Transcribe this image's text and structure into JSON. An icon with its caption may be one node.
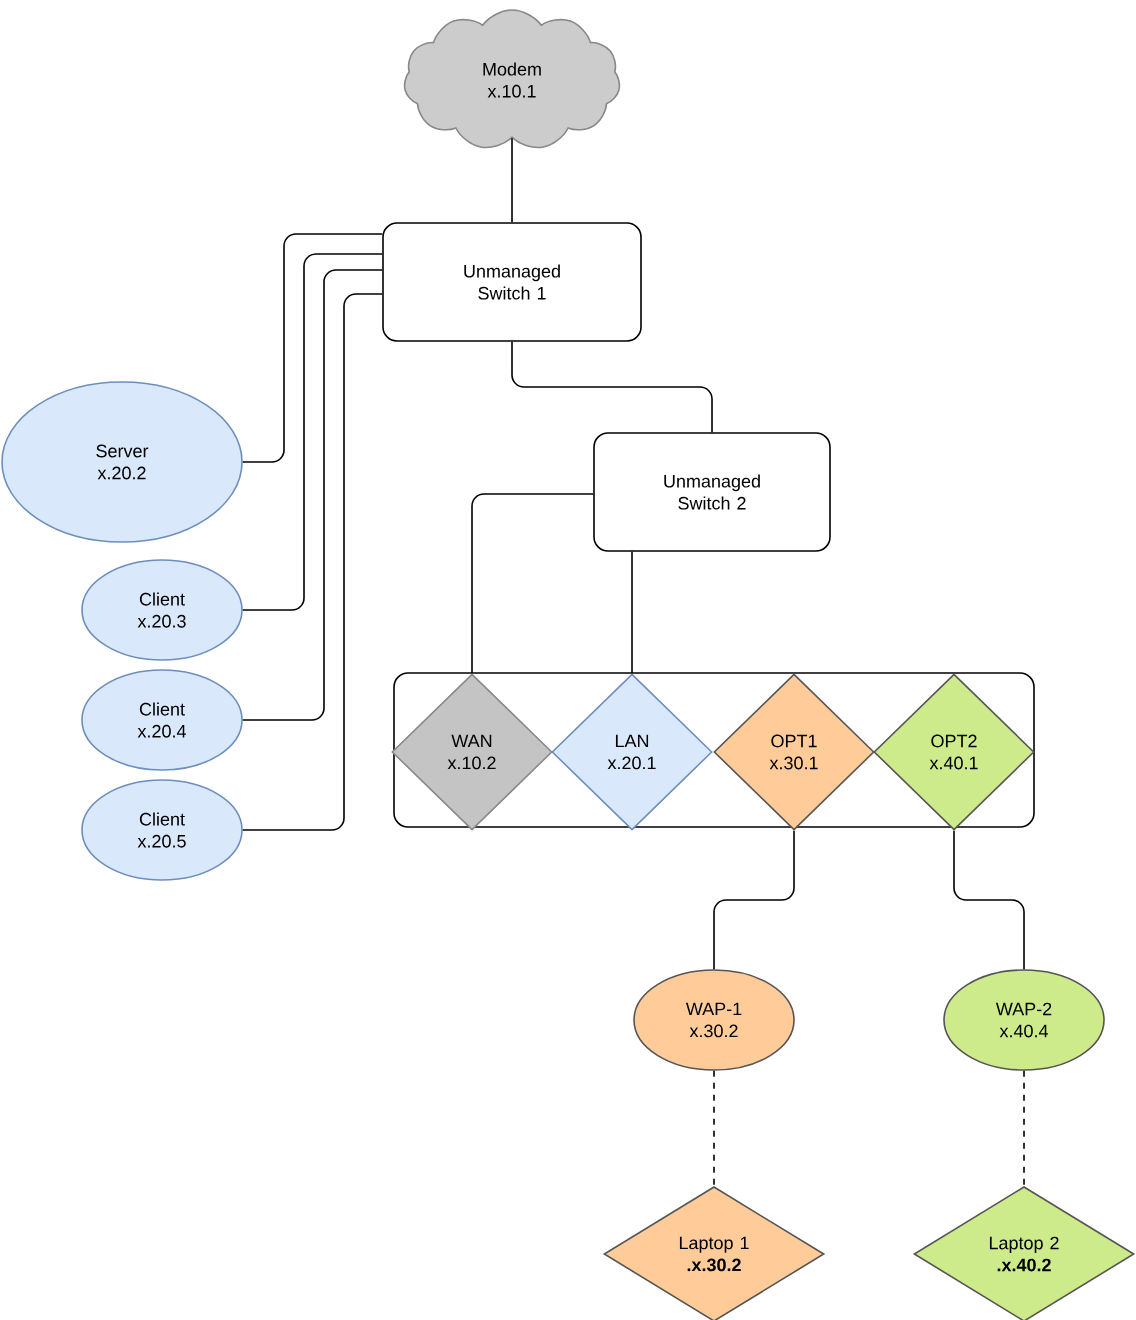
{
  "diagram": {
    "nodes": [
      {
        "text": [
          "Modem x.10.1"
        ]
      },
      {
        "text": [
          "Unmanaged Switch 1"
        ]
      },
      {
        "text": [
          "Server x.20.2"
        ]
      },
      {
        "text": [
          "Client x.20.3"
        ]
      },
      {
        "text": [
          "Client x.20.4"
        ]
      },
      {
        "text": [
          "Client x.20.5"
        ]
      },
      {
        "text": [
          "Unmanaged Switch 2"
        ]
      },
      {
        "text": [],
        "shape": "box"
      },
      {
        "text": [
          "WAN x.10.2"
        ],
        "in": 7
      },
      {
        "text": [
          "LAN x.20.1"
        ],
        "in": 7
      },
      {
        "text": [
          "OPT1 x.30.1"
        ],
        "in": 7
      },
      {
        "text": [
          "OPT2 x.40.1"
        ],
        "in": 7
      },
      {
        "text": [
          "WAP-1 x.30.2"
        ]
      },
      {
        "text": [
          "WAP-2 x.40.4"
        ]
      },
      {
        "text": [
          "Laptop 1 **.x.30.2**"
        ]
      },
      {
        "text": [
          "Laptop 2 **.x.40.2**"
        ]
      }
    ],
    "edges": [
      {
        "from": 0,
        "to": 1,
        "arrow": "none"
      },
      {
        "from": 1,
        "to": 2,
        "arrow": "none"
      },
      {
        "from": 1,
        "to": 3,
        "arrow": "none"
      },
      {
        "from": 1,
        "to": 4,
        "arrow": "none"
      },
      {
        "from": 1,
        "to": 5,
        "arrow": "none"
      },
      {
        "from": 1,
        "to": 6,
        "arrow": "none"
      },
      {
        "from": 6,
        "to": 8,
        "arrow": "none"
      },
      {
        "from": 6,
        "to": 9,
        "arrow": "none"
      },
      {
        "from": 10,
        "to": 12,
        "arrow": "none"
      },
      {
        "from": 11,
        "to": 13,
        "arrow": "none"
      },
      {
        "from": 12,
        "to": 14,
        "arrow": "none",
        "style": "dashed"
      },
      {
        "from": 13,
        "to": 15,
        "arrow": "none",
        "style": "dashed"
      }
    ]
  }
}
